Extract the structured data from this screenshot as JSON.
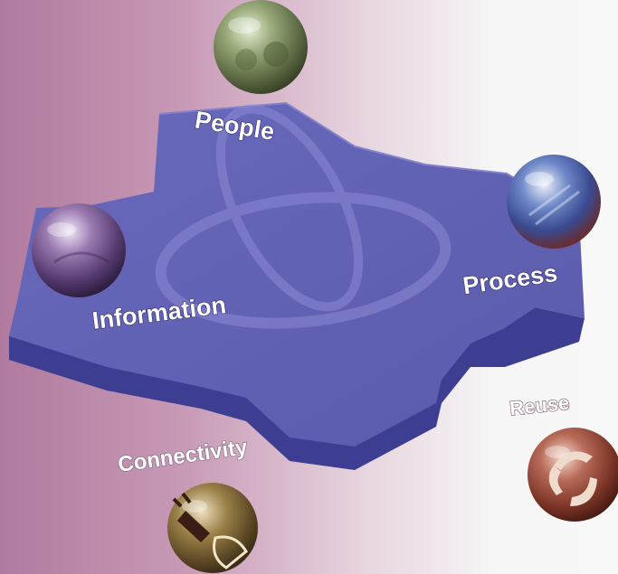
{
  "labels": {
    "people": "People",
    "information": "Information",
    "process": "Process",
    "connectivity": "Connectivity",
    "reuse": "Reuse"
  },
  "colors": {
    "platform_top": "#6161b4",
    "platform_side": "#3c3c8e",
    "background_left": "#b07a9e",
    "background_right": "#f8f8f8"
  },
  "icons": {
    "people": "people-sphere-icon",
    "information": "information-sphere-icon",
    "process": "process-sphere-icon",
    "connectivity": "connectivity-plug-sphere-icon",
    "reuse": "reuse-recycle-sphere-icon"
  }
}
